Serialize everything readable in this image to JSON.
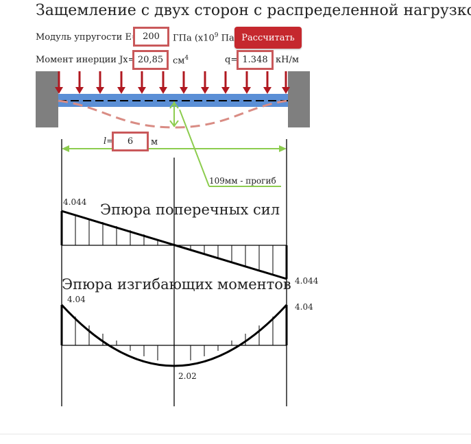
{
  "title": "Защемление с двух сторон с распределенной нагрузкой",
  "form": {
    "modulus_label": "Модуль упругости E=",
    "modulus_value": "200",
    "modulus_unit_pre": "ГПа (x10",
    "modulus_unit_exp": "9",
    "modulus_unit_post": " Па)",
    "inertia_label": "Момент инерции Jx=",
    "inertia_value": "20,85",
    "inertia_unit": "см",
    "inertia_unit_exp": "4",
    "load_label": "q=",
    "load_value": "1.348",
    "load_unit": "кН/м",
    "length_label_italic": "l",
    "length_label_eq": "=",
    "length_value": "6",
    "length_unit": "м",
    "calc_button": "Рассчитать"
  },
  "beam": {
    "deflection_note": "109мм - прогиб",
    "colors": {
      "load_arrows": "#b01820",
      "beam": "#5b8fd6",
      "support": "#7f7f7f",
      "deflected_shape": "#d98c84",
      "dimension": "#8ccc4e",
      "input_border": "#c9585a",
      "button": "#c5282e"
    }
  },
  "shear_diagram": {
    "title": "Эпюра поперечных сил",
    "left_value": "4.044",
    "right_value": "4.044"
  },
  "moment_diagram": {
    "title": "Эпюра изгибающих моментов",
    "left_value": "4.04",
    "right_value": "4.04",
    "mid_value": "2.02"
  }
}
